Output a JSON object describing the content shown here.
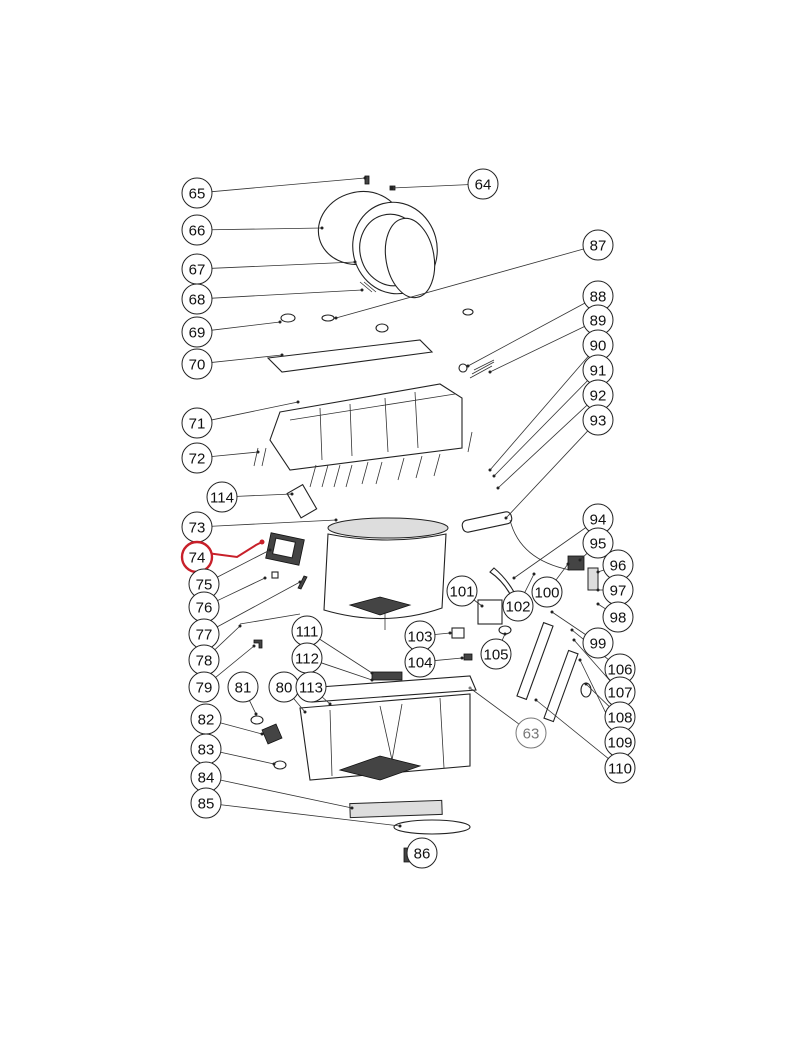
{
  "diagram": {
    "title": "Exploded parts diagram",
    "highlighted_callout": "74",
    "highlight_color": "#c8202a",
    "muted_callout": "63",
    "muted_color": "#777777",
    "callouts": [
      "65",
      "66",
      "67",
      "68",
      "69",
      "70",
      "71",
      "72",
      "114",
      "73",
      "74",
      "75",
      "76",
      "77",
      "78",
      "79",
      "81",
      "80",
      "82",
      "83",
      "84",
      "85",
      "111",
      "112",
      "113",
      "101",
      "102",
      "100",
      "103",
      "104",
      "105",
      "63",
      "86",
      "64",
      "87",
      "88",
      "89",
      "90",
      "91",
      "92",
      "93",
      "94",
      "95",
      "96",
      "97",
      "98",
      "99",
      "106",
      "107",
      "108",
      "109",
      "110"
    ]
  }
}
